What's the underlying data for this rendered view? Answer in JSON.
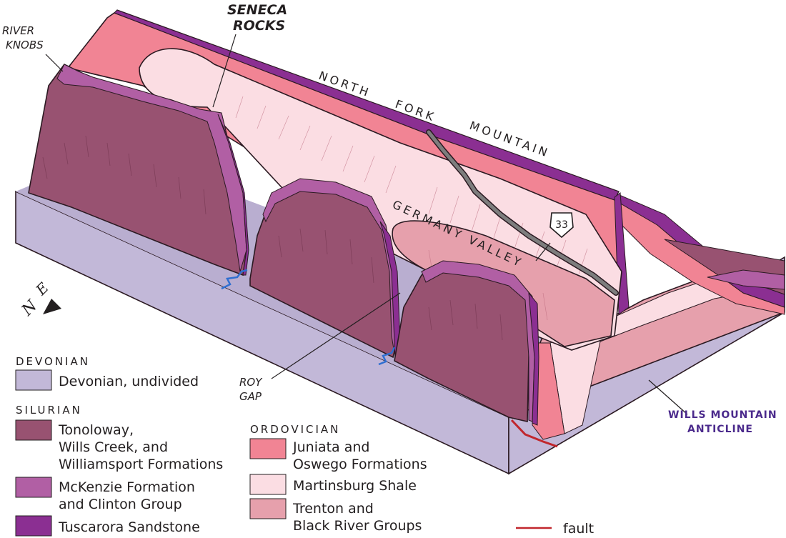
{
  "labels": {
    "river_knobs_1": "RIVER",
    "river_knobs_2": "KNOBS",
    "seneca_1": "SENECA",
    "seneca_2": "ROCKS",
    "north": "NORTH",
    "fork": "FORK",
    "mountain": "MOUNTAIN",
    "germany_valley": "GERMANY VALLEY",
    "route": "33",
    "roy_1": "ROY",
    "roy_2": "GAP",
    "wills_1": "WILLS MOUNTAIN",
    "wills_2": "ANTICLINE",
    "compass_n": "N",
    "compass_e": "E"
  },
  "legend": {
    "devonian": {
      "heading": "DEVONIAN",
      "items": [
        {
          "text": "Devonian, undivided",
          "color": "#c2b8d8"
        }
      ]
    },
    "silurian": {
      "heading": "SILURIAN",
      "items": [
        {
          "lines": [
            "Tonoloway,",
            "Wills Creek, and",
            "Williamsport Formations"
          ],
          "color": "#985271"
        },
        {
          "lines": [
            "McKenzie Formation",
            "and Clinton Group"
          ],
          "color": "#b15fa4"
        },
        {
          "lines": [
            "Tuscarora Sandstone"
          ],
          "color": "#8b2f92"
        }
      ]
    },
    "ordovician": {
      "heading": "ORDOVICIAN",
      "items": [
        {
          "lines": [
            "Juniata and",
            "Oswego Formations"
          ],
          "color": "#f18494"
        },
        {
          "lines": [
            "Martinsburg Shale"
          ],
          "color": "#fbdde3"
        },
        {
          "lines": [
            "Trenton and",
            "Black River Groups"
          ],
          "color": "#e6a0ac"
        }
      ]
    },
    "fault": {
      "text": "fault",
      "color": "#c1272d"
    }
  },
  "colors": {
    "devonian": "#c2b8d8",
    "tonoloway": "#985271",
    "mckenzie": "#b15fa4",
    "tuscarora": "#8b2f92",
    "juniata": "#f18494",
    "martinsburg": "#fbdde3",
    "trenton": "#e6a0ac",
    "road": "#7d7d7d",
    "stream": "#2f6fd1",
    "fault": "#c1272d"
  }
}
